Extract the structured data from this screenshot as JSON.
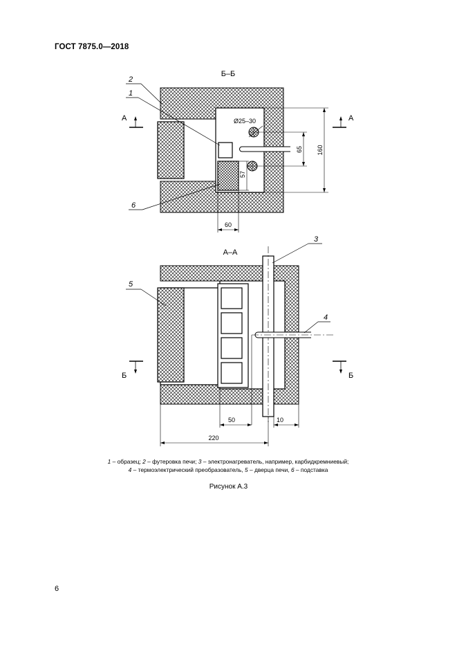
{
  "header": {
    "standard": "ГОСТ 7875.0—2018"
  },
  "figure": {
    "section_bb": "Б–Б",
    "section_aa": "А–А",
    "cut_a": "А",
    "cut_b": "Б",
    "leaders": [
      "1",
      "2",
      "3",
      "4",
      "5",
      "6"
    ],
    "dimensions": {
      "hole_diameter": "Ø25–30",
      "d65": "65",
      "d160": "160",
      "d57": "57",
      "d60": "60",
      "d50": "50",
      "d10": "10",
      "d220": "220"
    }
  },
  "caption": {
    "line1": [
      {
        "n": "1",
        "t": " – образец; "
      },
      {
        "n": "2",
        "t": " – футеровка печи; "
      },
      {
        "n": "3",
        "t": " – электронагреватель, например, карбидкремниевый;"
      }
    ],
    "line2": [
      {
        "n": "4",
        "t": " – термоэлектрический преобразователь, "
      },
      {
        "n": "5",
        "t": " – дверца печи, "
      },
      {
        "n": "6",
        "t": " – подставка"
      }
    ]
  },
  "figure_title": "Рисунок А.3",
  "page_number": "6"
}
